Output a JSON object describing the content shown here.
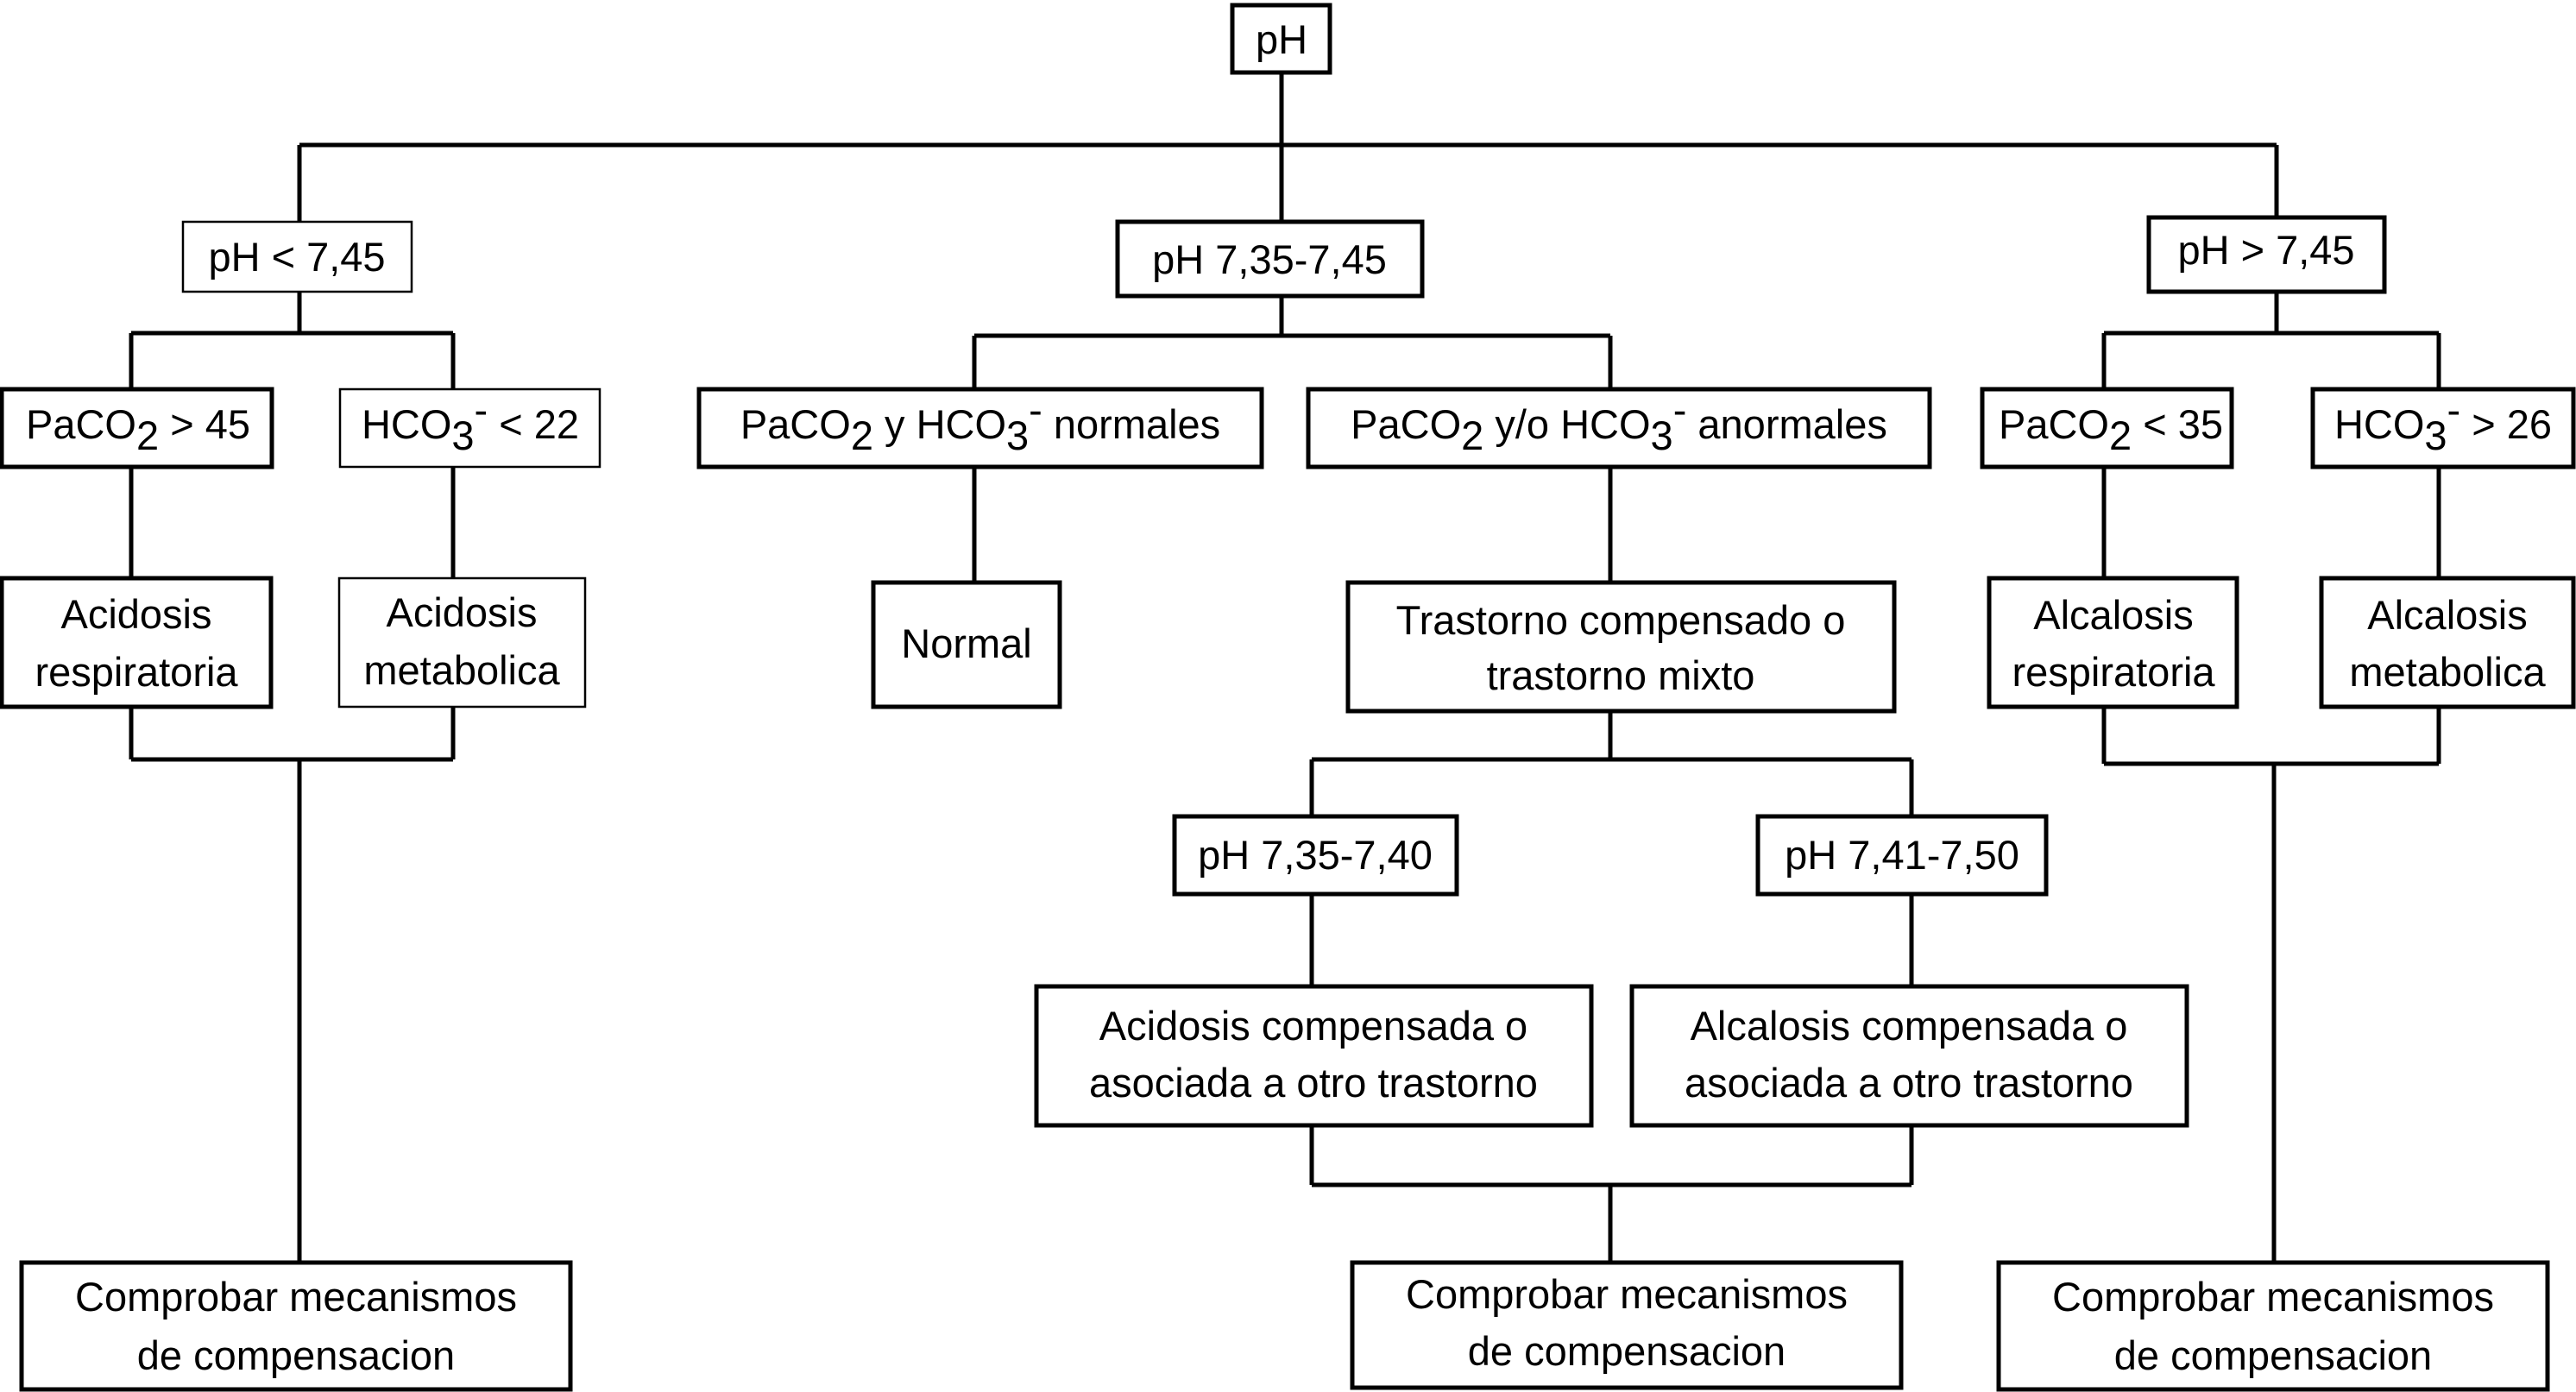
{
  "diagram": {
    "root": {
      "label": "pH"
    },
    "left": {
      "condition": "pH < 7,45",
      "paco2": {
        "main": "PaCO",
        "sub": "2",
        "rest": " > 45"
      },
      "hco3": {
        "main": "HCO",
        "sub": "3",
        "sup": "-",
        "rest": " < 22"
      },
      "resp": [
        "Acidosis",
        "respiratoria"
      ],
      "meta": [
        "Acidosis",
        "metabolica"
      ],
      "check": [
        "Comprobar mecanismos",
        "de compensacion"
      ]
    },
    "center": {
      "condition": "pH 7,35-7,45",
      "normal_vals": {
        "p1": "PaCO",
        "s1": "2",
        "p2": " y HCO",
        "s2": "3",
        "sup": "-",
        "rest": " normales"
      },
      "abnormal_vals": {
        "p1": "PaCO",
        "s1": "2",
        "p2": " y/o HCO",
        "s2": "3",
        "sup": "-",
        "rest": " anormales"
      },
      "normal": "Normal",
      "disorder": [
        "Trastorno compensado o",
        "trastorno mixto"
      ],
      "low": "pH 7,35-7,40",
      "high": "pH 7,41-7,50",
      "acid_comp": [
        "Acidosis compensada o",
        "asociada a otro trastorno"
      ],
      "alk_comp": [
        "Alcalosis compensada o",
        "asociada a otro trastorno"
      ],
      "check": [
        "Comprobar mecanismos",
        "de compensacion"
      ]
    },
    "right": {
      "condition": "pH > 7,45",
      "paco2": {
        "main": "PaCO",
        "sub": "2",
        "rest": " < 35"
      },
      "hco3": {
        "main": "HCO",
        "sub": "3",
        "sup": "-",
        "rest": " > 26"
      },
      "resp": [
        "Alcalosis",
        "respiratoria"
      ],
      "meta": [
        "Alcalosis",
        "metabolica"
      ],
      "check": [
        "Comprobar mecanismos",
        "de compensacion"
      ]
    }
  }
}
